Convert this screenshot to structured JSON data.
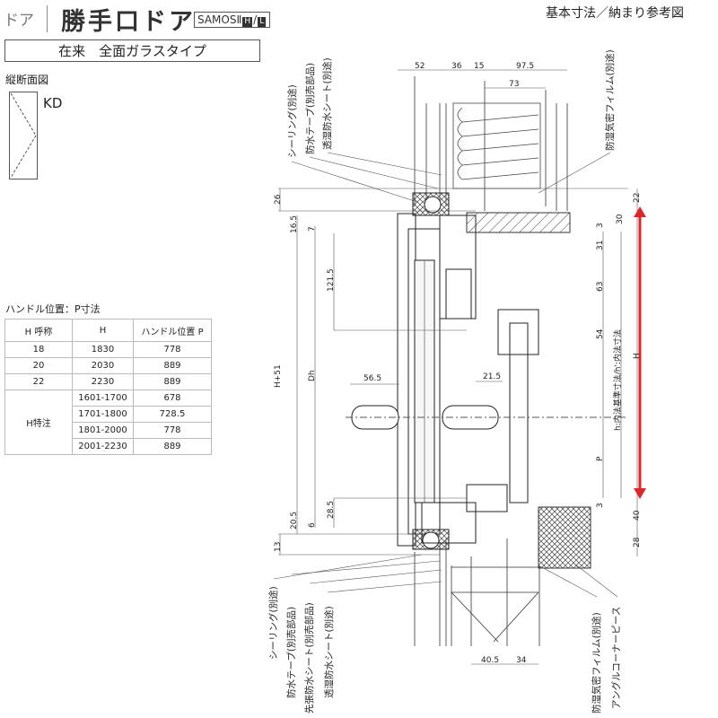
{
  "header": {
    "category": "ドア",
    "title": "勝手口ドア",
    "series": "SAMOSⅡ",
    "series_badges": [
      "H",
      "L"
    ],
    "reference": "基本寸法／納まり参考図"
  },
  "subtitle": "在来　全面ガラスタイプ",
  "section_label": "縦断面図",
  "door_type": "KD",
  "handle_table": {
    "caption": "ハンドル位置：P寸法",
    "headers": [
      "H 呼称",
      "H",
      "ハンドル位置 P"
    ],
    "rows": [
      {
        "name": "18",
        "h": "1830",
        "p": "778"
      },
      {
        "name": "20",
        "h": "2030",
        "p": "889"
      },
      {
        "name": "22",
        "h": "2230",
        "p": "889"
      }
    ],
    "special_label": "H特注",
    "special_rows": [
      {
        "h": "1601-1700",
        "p": "678"
      },
      {
        "h": "1701-1800",
        "p": "728.5"
      },
      {
        "h": "1801-2000",
        "p": "778"
      },
      {
        "h": "2001-2230",
        "p": "889"
      }
    ]
  },
  "drawing": {
    "top_dims": [
      "52",
      "36",
      "15",
      "97.5",
      "73"
    ],
    "left_dims": [
      "26",
      "16.5",
      "7",
      "121.5",
      "H+51",
      "Dh",
      "20.5",
      "6",
      "28.5",
      "13"
    ],
    "right_dims": [
      "22",
      "30",
      "3",
      "31",
      "63",
      "54",
      "P",
      "3",
      "40",
      "28",
      "H"
    ],
    "inner_note": "h:内法基準寸法/h':内法寸法",
    "handle_dims": [
      "56.5",
      "21.5"
    ],
    "bottom_dims": [
      "40.5",
      "34"
    ],
    "top_callouts": [
      "シーリング(別途)",
      "防水テープ(別売部品)",
      "透湿防水シート(別途)"
    ],
    "top_right_callout": "防湿気密フィルム(別途)",
    "bottom_callouts": [
      "シーリング(別途)",
      "防水テープ(別売部品)",
      "先張防水シート(別売部品)",
      "透湿防水シート(別途)"
    ],
    "bottom_right_callouts": [
      "防湿気密フィルム(別途)",
      "アングルコーナーピース"
    ],
    "colors": {
      "arrow": "#e0262b",
      "line": "#333333"
    }
  }
}
